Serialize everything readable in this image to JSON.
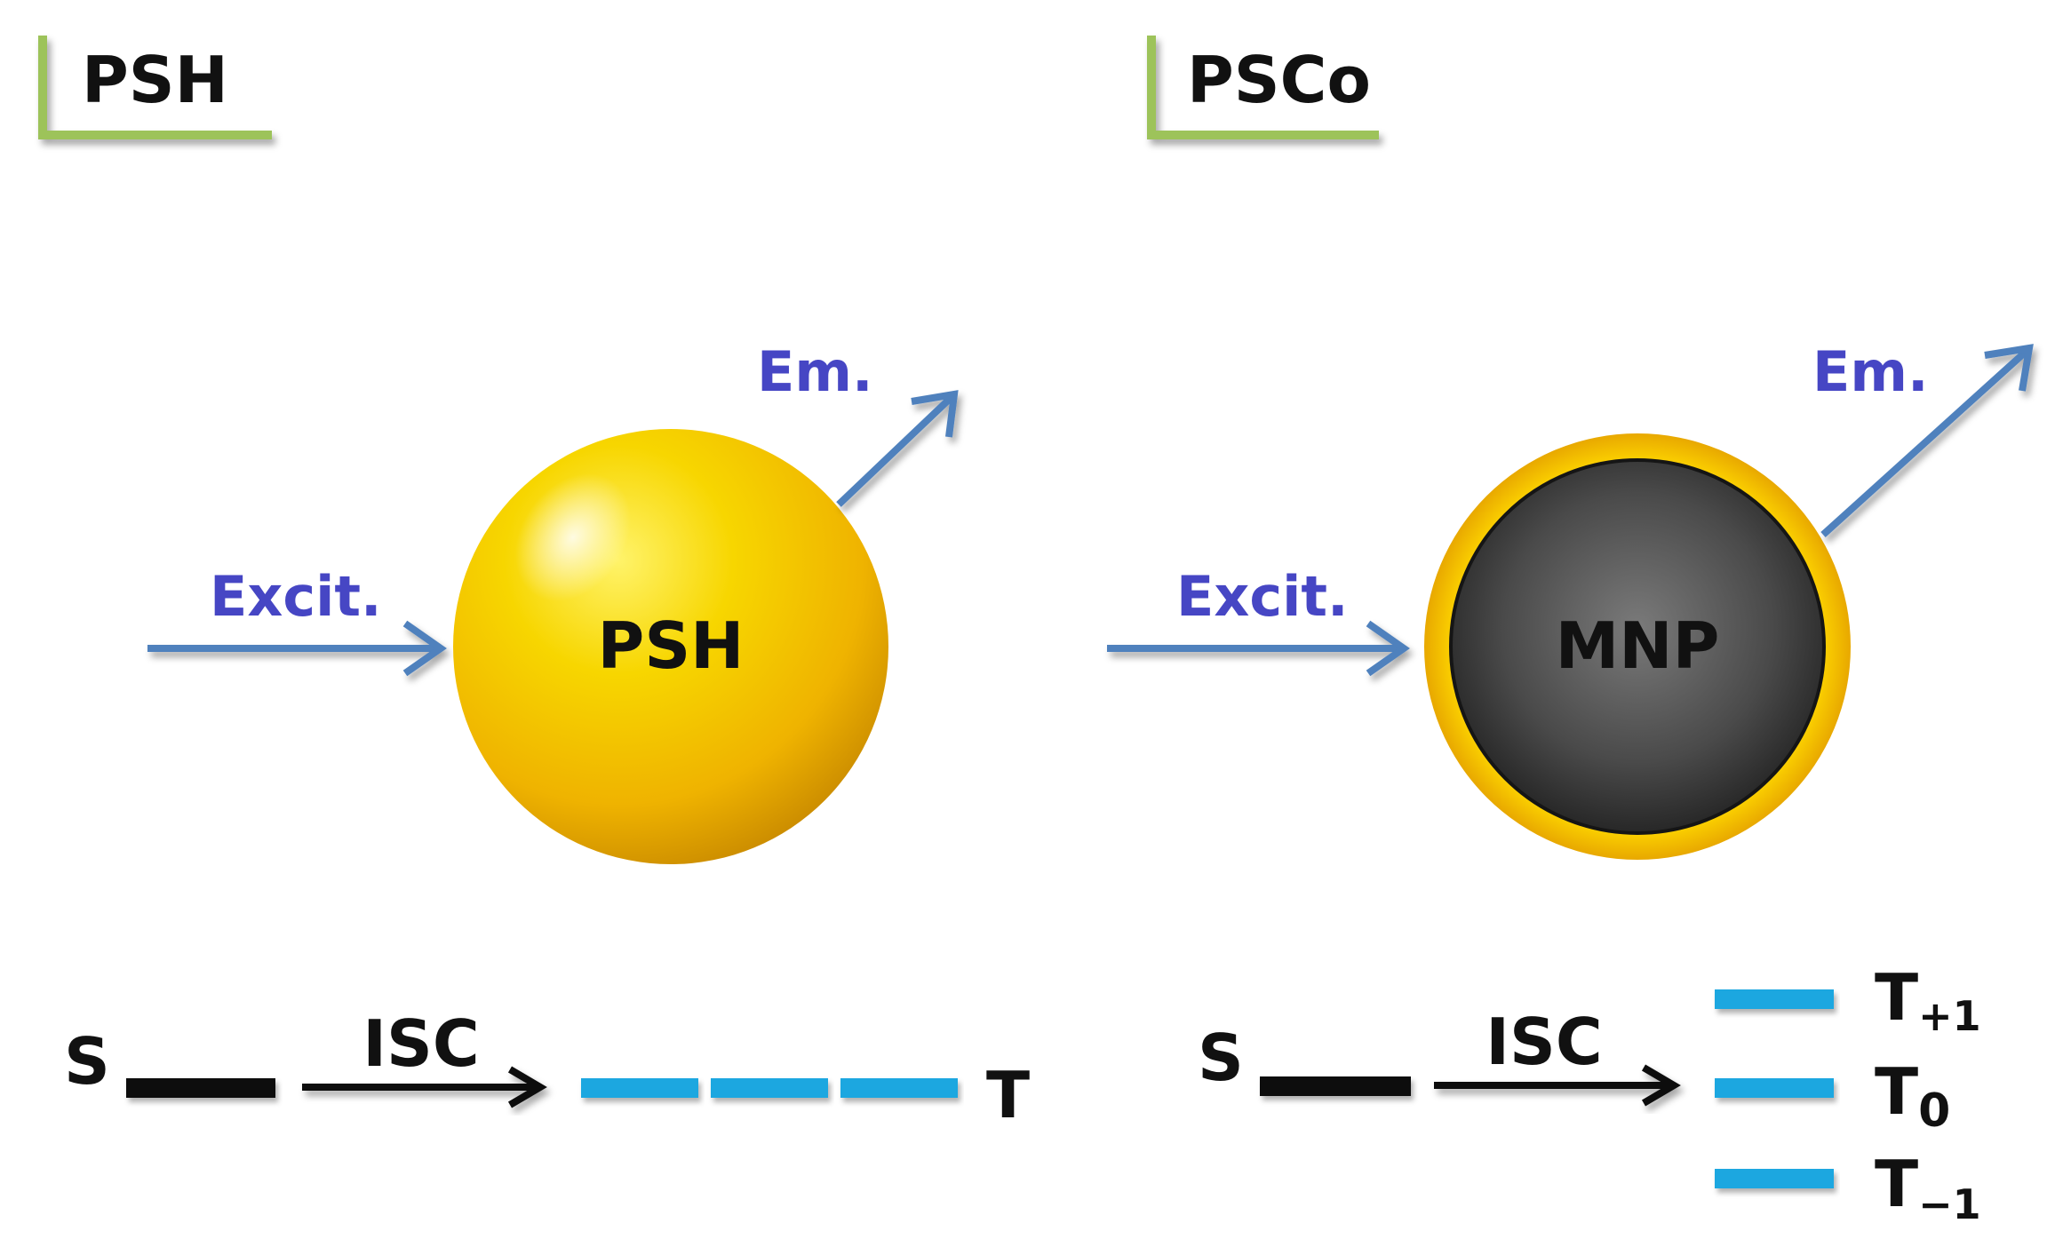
{
  "panels": [
    {
      "title": "PSH",
      "particle_label": "PSH",
      "excitation_label": "Excit.",
      "emission_label": "Em.",
      "singlet_label": "S",
      "isc_label": "ISC",
      "triplet_label": "T"
    },
    {
      "title": "PSCo",
      "particle_label": "MNP",
      "excitation_label": "Excit.",
      "emission_label": "Em.",
      "singlet_label": "S",
      "isc_label": "ISC",
      "triplet_labels": [
        {
          "base": "T",
          "sub": "+1"
        },
        {
          "base": "T",
          "sub": "0"
        },
        {
          "base": "T",
          "sub": "−1"
        }
      ]
    }
  ],
  "colors": {
    "title_bracket": "#9dc35a",
    "arrow_blue": "#4f81bd",
    "label_purple": "#4646c4",
    "level_blue": "#1fa7e0",
    "level_black": "#111111",
    "sphere_gold": "#f2c200",
    "core_gray": "#4a4a4a"
  }
}
